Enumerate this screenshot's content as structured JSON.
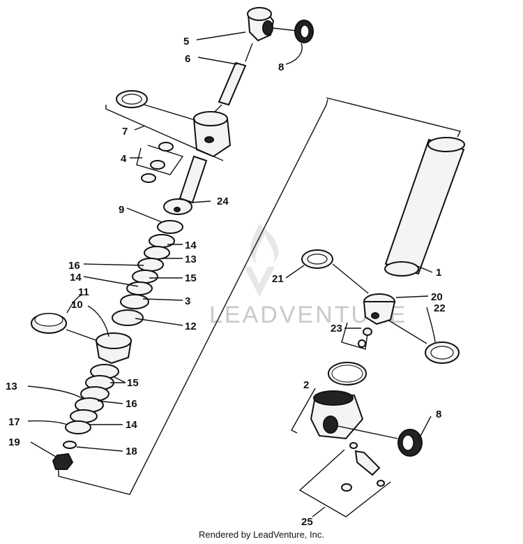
{
  "labels": {
    "l5": "5",
    "l6": "6",
    "l8a": "8",
    "l7": "7",
    "l4": "4",
    "l24": "24",
    "l9": "9",
    "l14a": "14",
    "l16a": "16",
    "l13a": "13",
    "l14b": "14",
    "l15a": "15",
    "l11": "11",
    "l10": "10",
    "l3": "3",
    "l12": "12",
    "l15b": "15",
    "l13b": "13",
    "l16b": "16",
    "l17": "17",
    "l14c": "14",
    "l19": "19",
    "l18": "18",
    "l1": "1",
    "l21": "21",
    "l20": "20",
    "l22": "22",
    "l23": "23",
    "l2": "2",
    "l8b": "8",
    "l25": "25"
  },
  "watermark": "LEADVENTURE",
  "footer": "Rendered by LeadVenture, Inc."
}
